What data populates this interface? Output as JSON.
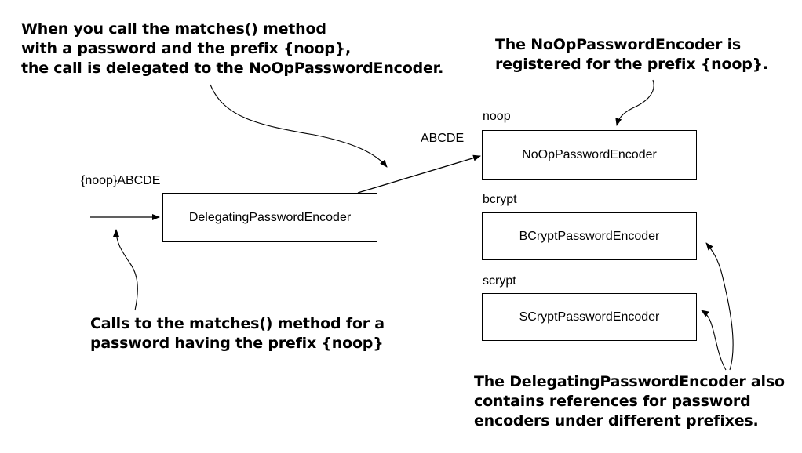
{
  "annotations": {
    "delegation_note": "When you call the matches() method\nwith a password and the prefix {noop},\nthe call is delegated to the NoOpPasswordEncoder.",
    "registration_note": "The NoOpPasswordEncoder is\nregistered for the prefix {noop}.",
    "calls_note": "Calls to the matches() method for a\npassword having the prefix {noop}",
    "references_note": "The DelegatingPasswordEncoder also\ncontains references for password\nencoders under different prefixes."
  },
  "input": {
    "value": "{noop}ABCDE"
  },
  "delegating_encoder": {
    "label": "DelegatingPasswordEncoder"
  },
  "delegated_value": "ABCDE",
  "encoders": [
    {
      "prefix": "noop",
      "label": "NoOpPasswordEncoder"
    },
    {
      "prefix": "bcrypt",
      "label": "BCryptPasswordEncoder"
    },
    {
      "prefix": "scrypt",
      "label": "SCryptPasswordEncoder"
    }
  ]
}
